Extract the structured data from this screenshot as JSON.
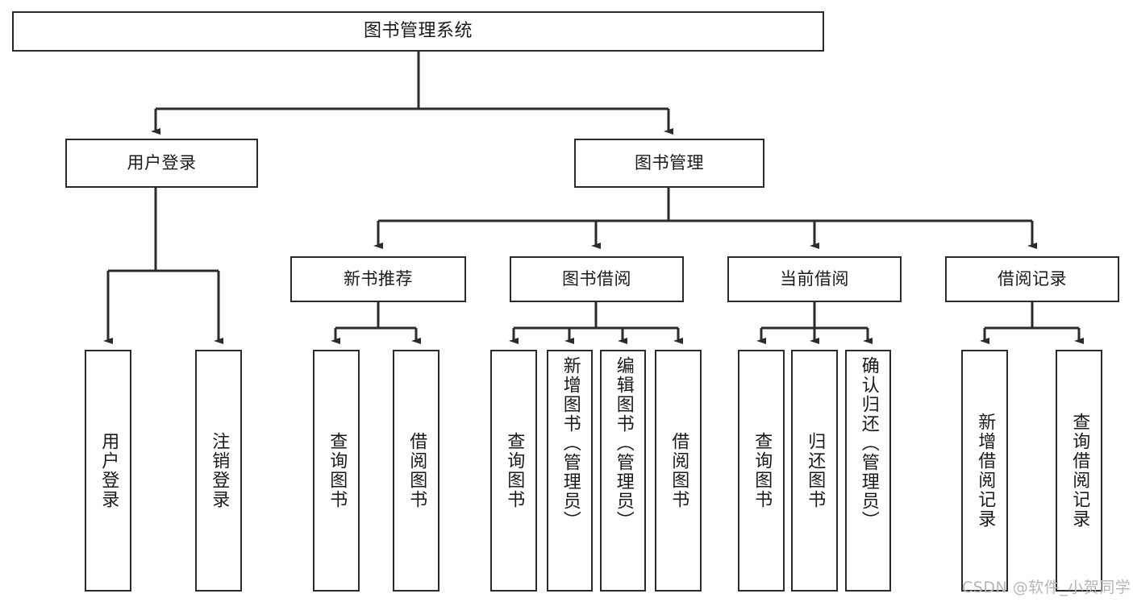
{
  "diagram": {
    "title": "图书管理系统",
    "type": "tree-hierarchy",
    "colors": {
      "stroke": "#2b2b2b",
      "fill": "#ffffff",
      "text": "#1a1a1a",
      "watermark": "#b6b6b6"
    },
    "nodes": {
      "root": {
        "label": "图书管理系统"
      },
      "level2": [
        {
          "id": "user-login",
          "label": "用户登录"
        },
        {
          "id": "book-management",
          "label": "图书管理"
        }
      ],
      "level3": [
        {
          "id": "new-book-recommend",
          "label": "新书推荐"
        },
        {
          "id": "book-borrow",
          "label": "图书借阅"
        },
        {
          "id": "current-borrow",
          "label": "当前借阅"
        },
        {
          "id": "borrow-record",
          "label": "借阅记录"
        }
      ],
      "leaves": [
        {
          "id": "leaf-user-login",
          "label": "用户登录"
        },
        {
          "id": "leaf-logout-login",
          "label": "注销登录"
        },
        {
          "id": "leaf-query-book-1",
          "label": "查询图书"
        },
        {
          "id": "leaf-borrow-book-1",
          "label": "借阅图书"
        },
        {
          "id": "leaf-query-book-2",
          "label": "查询图书"
        },
        {
          "id": "leaf-add-book",
          "label": "新增图书（管理员）"
        },
        {
          "id": "leaf-edit-book",
          "label": "编辑图书（管理员）"
        },
        {
          "id": "leaf-borrow-book-2",
          "label": "借阅图书"
        },
        {
          "id": "leaf-query-book-3",
          "label": "查询图书"
        },
        {
          "id": "leaf-return-book",
          "label": "归还图书"
        },
        {
          "id": "leaf-confirm-return",
          "label": "确认归还（管理员）"
        },
        {
          "id": "leaf-add-borrow-record",
          "label": "新增借阅记录"
        },
        {
          "id": "leaf-query-borrow-record",
          "label": "查询借阅记录"
        }
      ]
    },
    "watermark": "CSDN @软件_小贺同学"
  }
}
